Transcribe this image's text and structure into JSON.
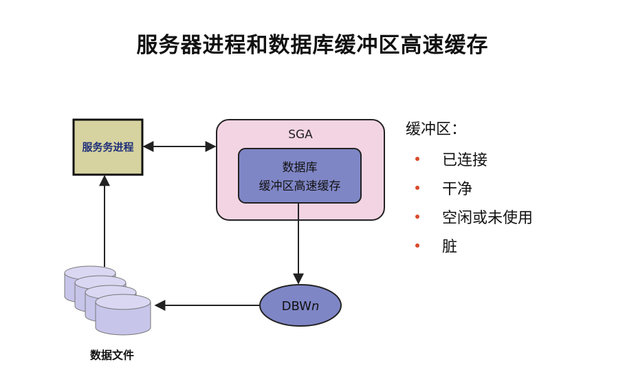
{
  "title": "服务器进程和数据库缓冲区高速缓存",
  "diagram": {
    "server_process": "服务务进程",
    "sga": "SGA",
    "buffer_cache_line1": "数据库",
    "buffer_cache_line2": "缓冲区高速缓存",
    "dbwn_prefix": "DBW",
    "dbwn_suffix": "n",
    "datafiles": "数据文件"
  },
  "buffers": {
    "heading": "缓冲区：",
    "items": [
      {
        "label": "已连接"
      },
      {
        "label": "干净"
      },
      {
        "label": "空闲或未使用"
      },
      {
        "label": "脏"
      }
    ]
  },
  "colors": {
    "server_fill": "#d6d3a0",
    "sga_fill": "#f3d4e3",
    "cache_fill": "#7f86c6",
    "disk_fill": "#c7c5ea",
    "bullet": "#d94a2a"
  }
}
